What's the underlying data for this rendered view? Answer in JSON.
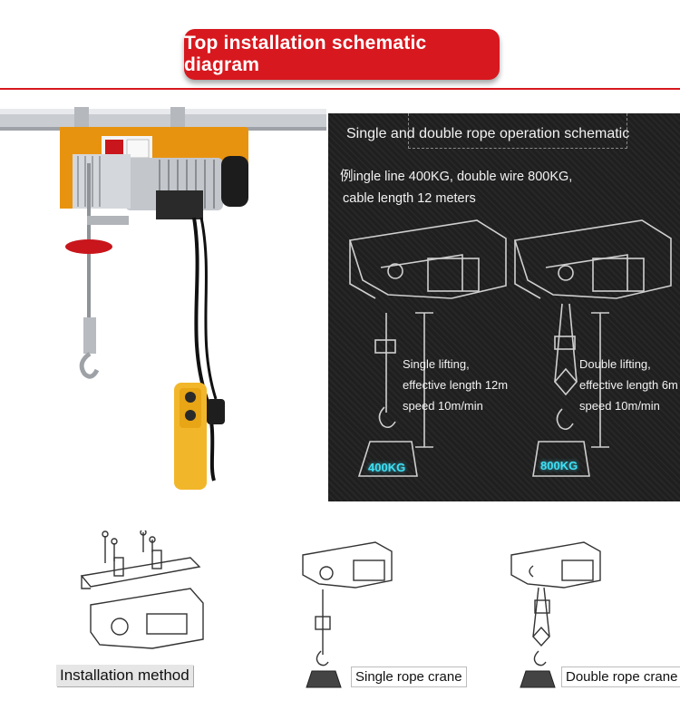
{
  "header": {
    "title": "Top installation schematic diagram"
  },
  "panel": {
    "title": "Single and double rope operation schematic",
    "desc_line1": "例ingle line 400KG, double wire 800KG,",
    "desc_line2": "cable length 12 meters",
    "single": {
      "line1": "Single lifting,",
      "line2": "effective length 12m",
      "line3": "speed 10m/min",
      "weight": "400KG"
    },
    "double": {
      "line1": "Double lifting,",
      "line2": "effective length 6m",
      "line3": "speed 10m/min",
      "weight": "800KG"
    }
  },
  "captions": {
    "install": "Installation method",
    "single": "Single rope crane",
    "double": "Double rope crane"
  },
  "colors": {
    "accent": "#d7181f",
    "hoist_body": "#e8930f",
    "weight_glow": "#3fe0f5"
  }
}
